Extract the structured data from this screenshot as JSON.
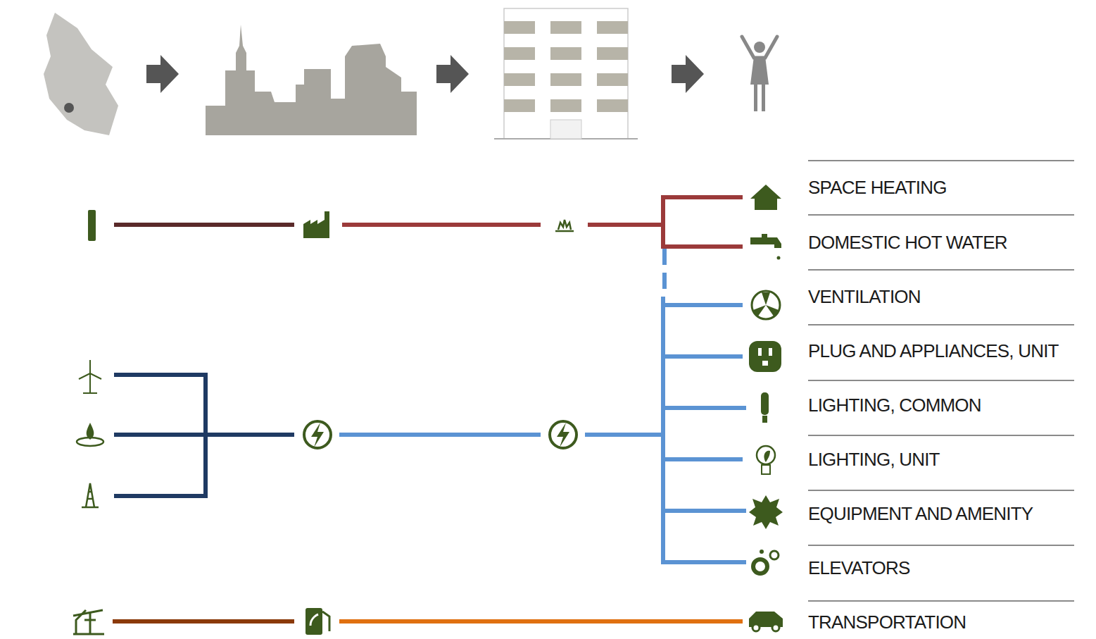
{
  "diagram": {
    "labels": [
      "SPACE HEATING",
      "DOMESTIC HOT WATER",
      "VENTILATION",
      "PLUG AND APPLIANCES, UNIT",
      "LIGHTING, COMMON",
      "LIGHTING, UNIT",
      "EQUIPMENT AND AMENITY",
      "ELEVATORS",
      "TRANSPORTATION"
    ]
  }
}
